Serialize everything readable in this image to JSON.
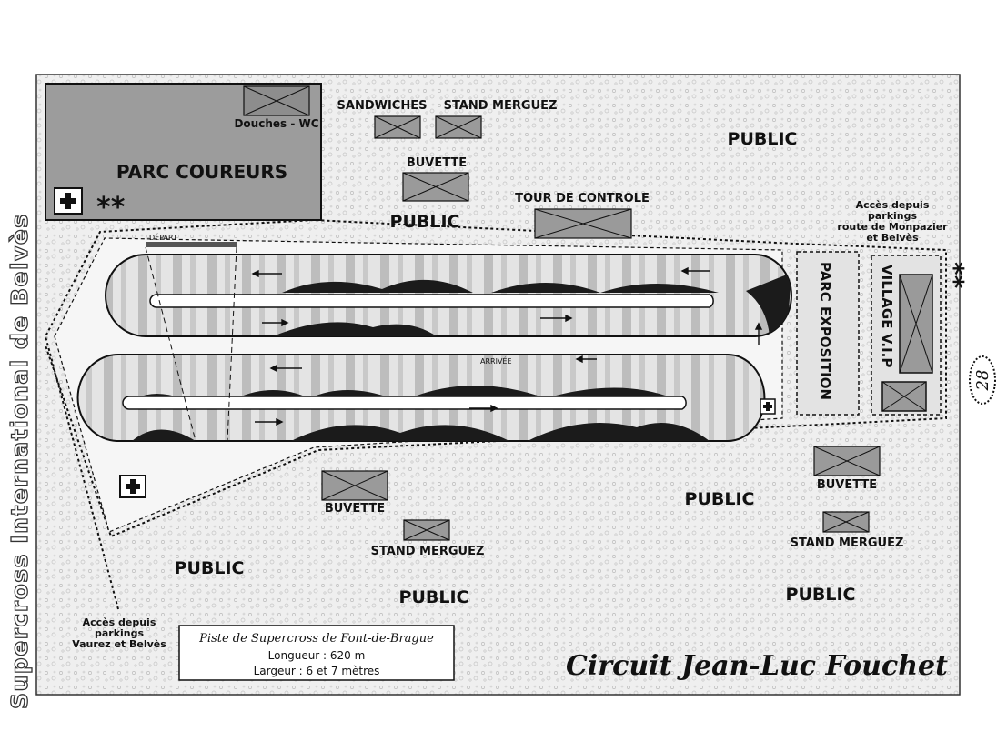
{
  "side_title": "Supercross International de Belvès",
  "page_number": "28",
  "areas": {
    "parc_coureurs": "PARC COUREURS",
    "douches_wc": "Douches - WC",
    "parc_exposition": "PARC EXPOSITION",
    "village_vip": "VILLAGE V.I.P"
  },
  "facilities": {
    "sandwiches": "SANDWICHES",
    "stand_merguez_top": "STAND MERGUEZ",
    "buvette_top": "BUVETTE",
    "tour_de_controle": "TOUR DE CONTROLE",
    "buvette_bottom_left": "BUVETTE",
    "stand_merguez_bottom_left": "STAND MERGUEZ",
    "buvette_bottom_right": "BUVETTE",
    "stand_merguez_bottom_right": "STAND MERGUEZ"
  },
  "public_labels": [
    "PUBLIC",
    "PUBLIC",
    "PUBLIC",
    "PUBLIC",
    "PUBLIC",
    "PUBLIC"
  ],
  "track": {
    "depart": "DÉPART",
    "arrivee": "ARRIVÉE"
  },
  "access": {
    "top_right": [
      "Accès depuis",
      "parkings",
      "route de Monpazier",
      "et Belvès"
    ],
    "bottom_left": [
      "Accès depuis",
      "parkings",
      "Vaurez et Belvès"
    ]
  },
  "info_box": {
    "title": "Piste de Supercross de Font-de-Brague",
    "length": "Longueur : 620 m",
    "width": "Largeur : 6 et 7 mètres"
  },
  "circuit_name": "Circuit Jean-Luc Fouchet",
  "stars": "**",
  "icons": [
    "first-aid-icon",
    "arrow-icon",
    "crossed-box-icon"
  ],
  "colors": {
    "ground": "#eeeeee",
    "paddock": "#9a9a9a",
    "track_light": "#dcdcdc",
    "track_dark": "#1a1a1a",
    "border": "#222222"
  }
}
